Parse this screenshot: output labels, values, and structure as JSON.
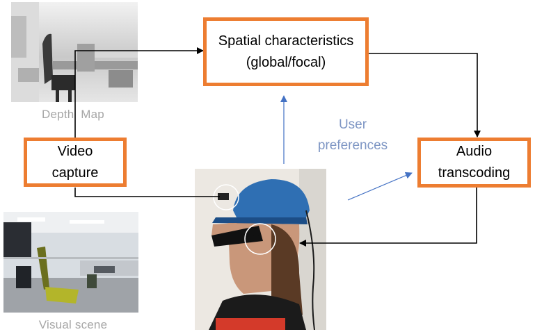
{
  "nodes": {
    "spatial_label": "Spatial characteristics\n(global/focal)",
    "video_label": "Video\ncapture",
    "audio_label": "Audio\ntranscoding"
  },
  "annotations": {
    "user_preferences": "User\npreferences"
  },
  "images": {
    "depth_map_caption": "Depth  Map",
    "visual_scene_caption": "Visual scene"
  },
  "colors": {
    "box_border": "#ed7d31",
    "arrow_dark": "#000000",
    "arrow_blue": "#4472c4",
    "caption": "#a6a6a6"
  }
}
